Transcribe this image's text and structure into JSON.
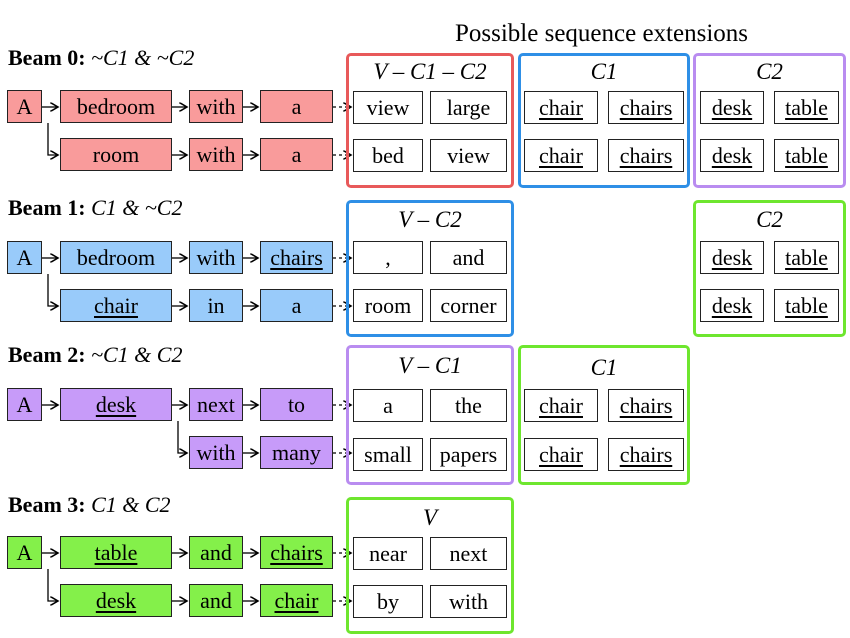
{
  "header": {
    "title": "Possible sequence extensions"
  },
  "colors": {
    "red": "#f99b9b",
    "red_border": "#e8595a",
    "blue": "#99cbfa",
    "blue_border": "#2e8fe6",
    "purple": "#c79bf9",
    "purple_border": "#b98cf0",
    "green": "#84f04a",
    "green_border": "#6ee62e"
  },
  "beams": [
    {
      "label": "Beam 0:",
      "constraint": "~C1 & ~C2",
      "row1": [
        "A",
        "bedroom",
        "with",
        "a"
      ],
      "row2": [
        "room",
        "with",
        "a"
      ]
    },
    {
      "label": "Beam 1:",
      "constraint": "C1 & ~C2",
      "row1": [
        "A",
        "bedroom",
        "with",
        "chairs"
      ],
      "row2": [
        "chair",
        "in",
        "a"
      ]
    },
    {
      "label": "Beam 2:",
      "constraint": "~C1 & C2",
      "row1": [
        "A",
        "desk",
        "next",
        "to"
      ],
      "row2": [
        "with",
        "many"
      ]
    },
    {
      "label": "Beam 3:",
      "constraint": "C1 & C2",
      "row1": [
        "A",
        "table",
        "and",
        "chairs"
      ],
      "row2": [
        "desk",
        "and",
        "chair"
      ]
    }
  ],
  "groups": {
    "b0_v": {
      "head": "V – C1 – C2",
      "cells": [
        "view",
        "large",
        "bed",
        "view"
      ]
    },
    "b0_c1": {
      "head": "C1",
      "cells": [
        "chair",
        "chairs",
        "chair",
        "chairs"
      ]
    },
    "b0_c2": {
      "head": "C2",
      "cells": [
        "desk",
        "table",
        "desk",
        "table"
      ]
    },
    "b1_v": {
      "head": "V – C2",
      "cells": [
        ",",
        "and",
        "room",
        "corner"
      ]
    },
    "b1_c2": {
      "head": "C2",
      "cells": [
        "desk",
        "table",
        "desk",
        "table"
      ]
    },
    "b2_v": {
      "head": "V – C1",
      "cells": [
        "a",
        "the",
        "small",
        "papers"
      ]
    },
    "b2_c1": {
      "head": "C1",
      "cells": [
        "chair",
        "chairs",
        "chair",
        "chairs"
      ]
    },
    "b3_v": {
      "head": "V",
      "cells": [
        "near",
        "next",
        "by",
        "with"
      ]
    }
  }
}
